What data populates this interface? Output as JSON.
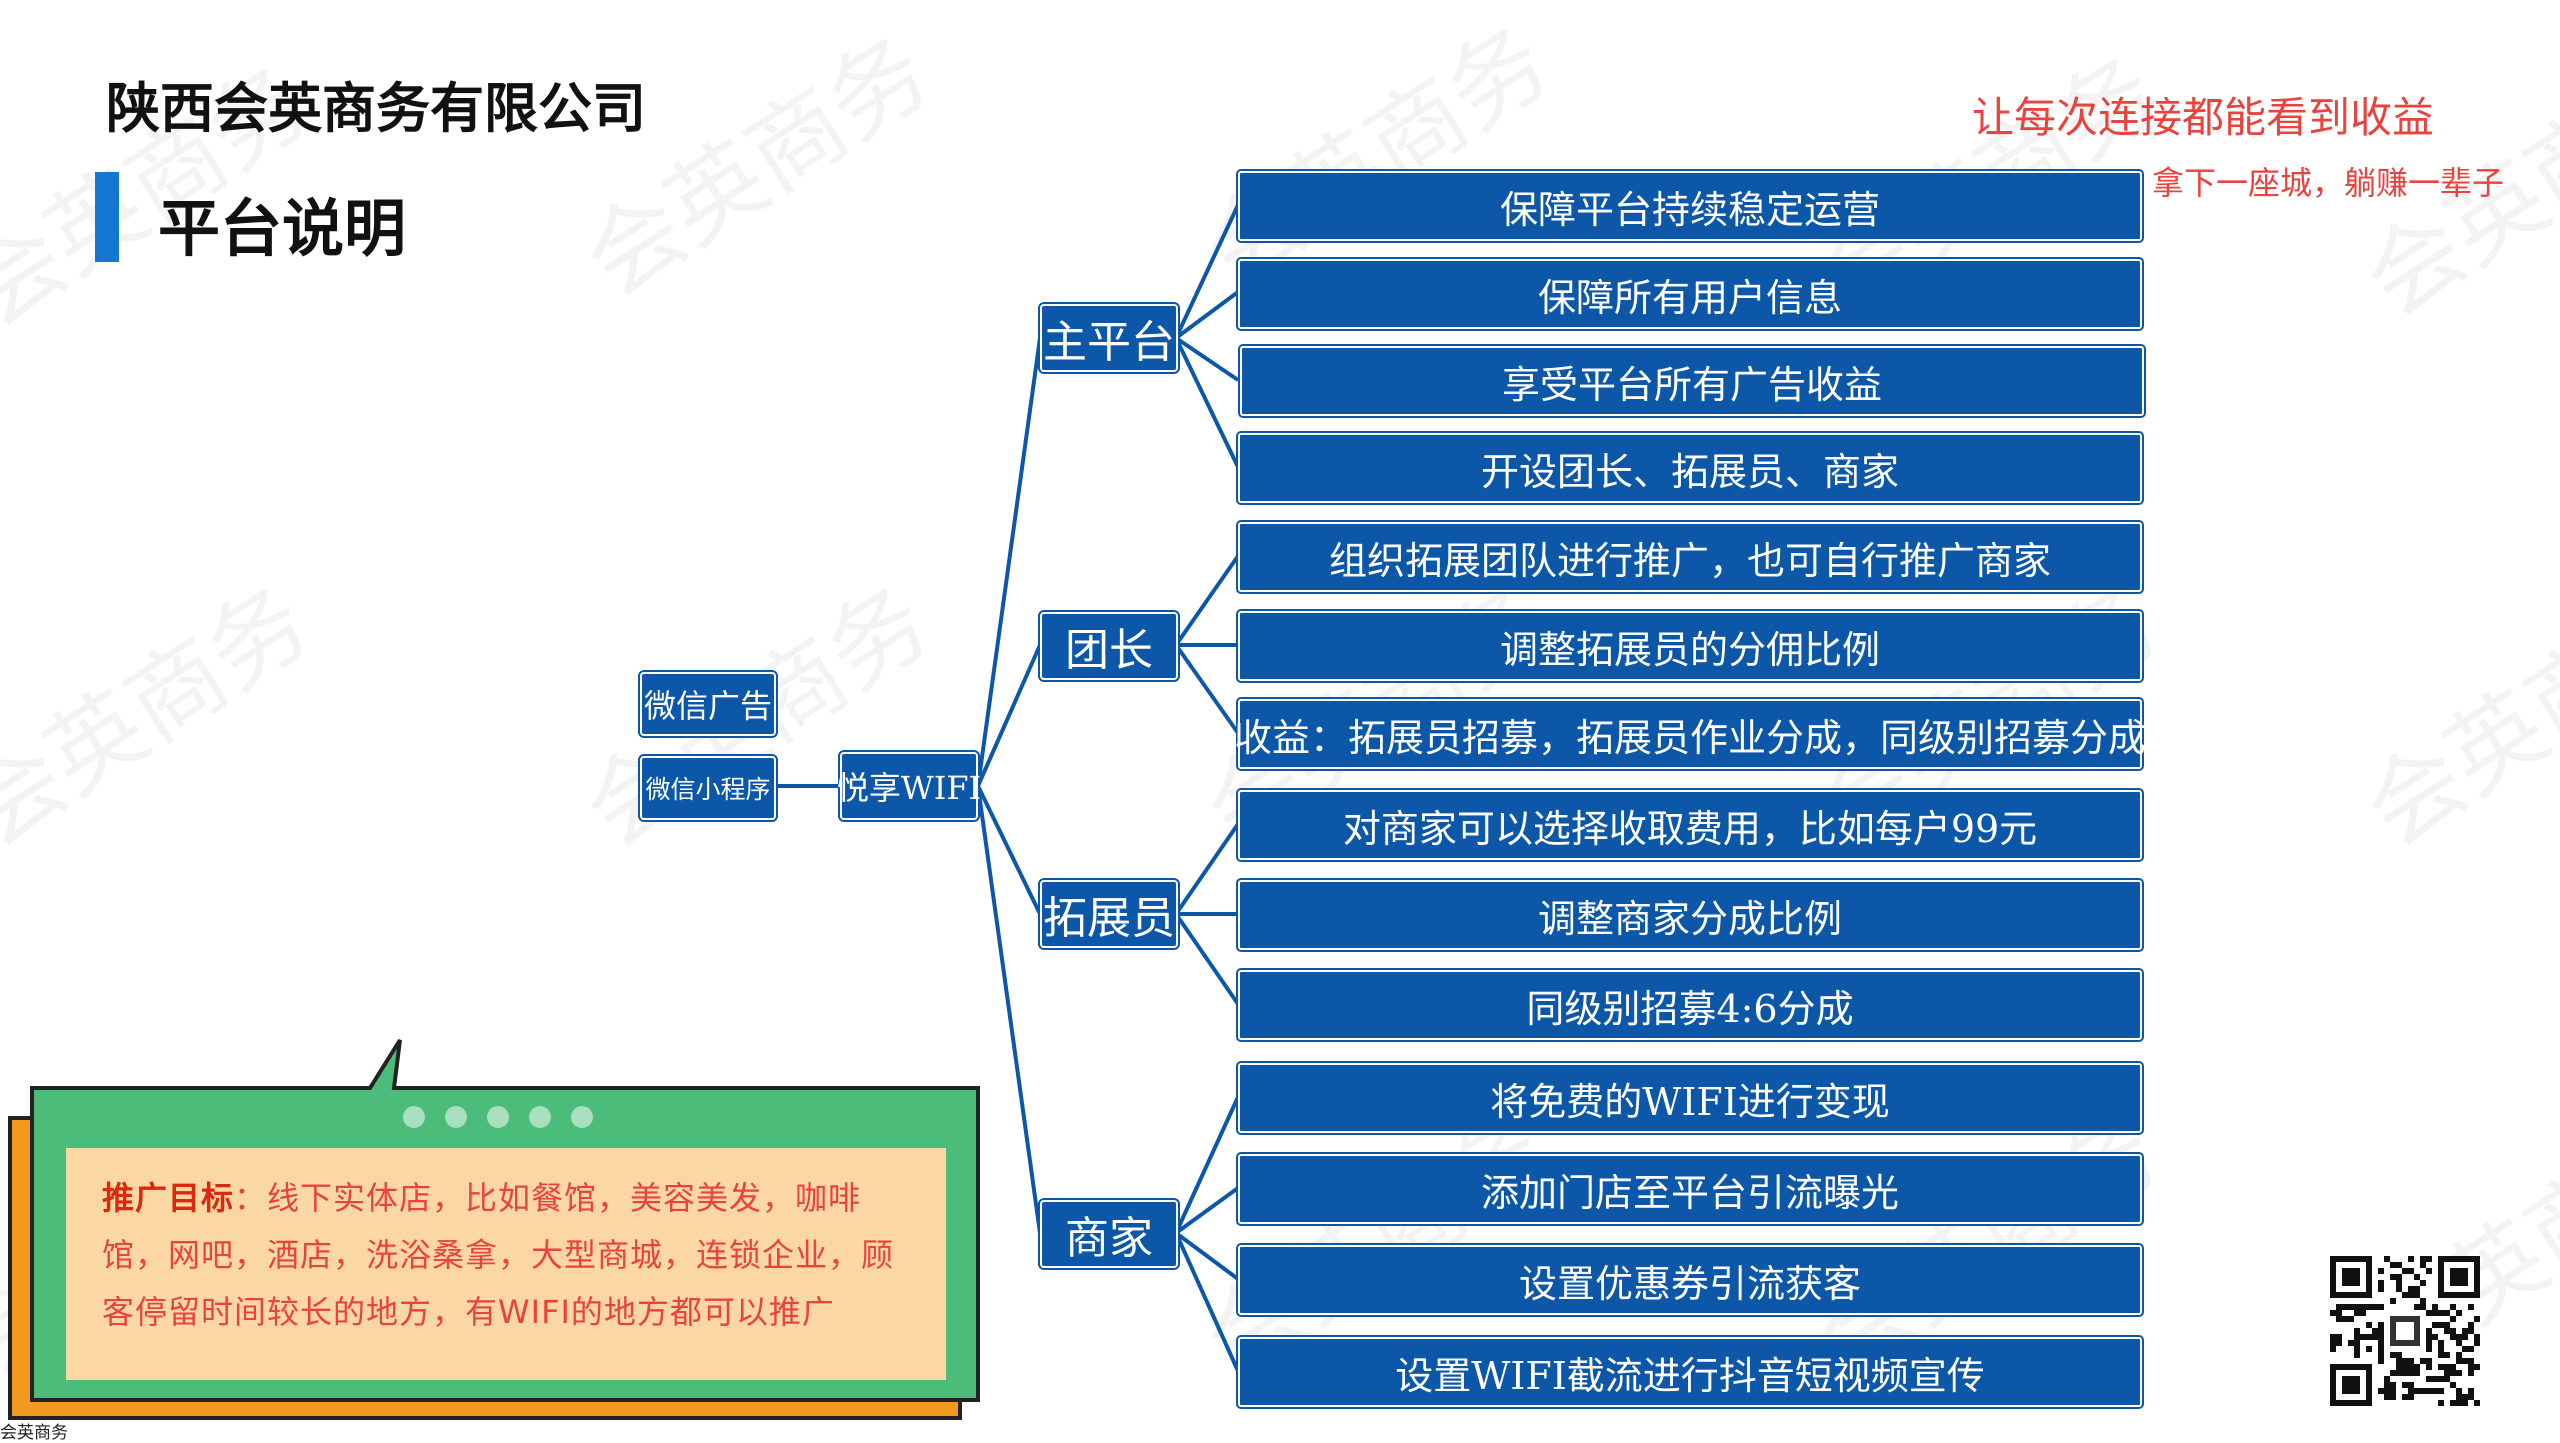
{
  "header": {
    "company": "陕西会英商务有限公司",
    "title": "平台说明"
  },
  "slogan": {
    "main": "让每次连接都能看到收益",
    "sub": "拿下一座城，躺赚一辈子"
  },
  "watermark_text": "会英商务",
  "diagram": {
    "sources": [
      "微信广告",
      "微信小程序"
    ],
    "root": "悦享WIFI",
    "categories": [
      {
        "name": "主平台",
        "items": [
          "保障平台持续稳定运营",
          "保障所有用户信息",
          "享受平台所有广告收益",
          "开设团长、拓展员、商家"
        ]
      },
      {
        "name": "团长",
        "items": [
          "组织拓展团队进行推广，也可自行推广商家",
          "调整拓展员的分佣比例",
          "收益：拓展员招募，拓展员作业分成，同级别招募分成"
        ]
      },
      {
        "name": "拓展员",
        "items": [
          "对商家可以选择收取费用，比如每户99元",
          "调整商家分成比例",
          "同级别招募4:6分成"
        ]
      },
      {
        "name": "商家",
        "items": [
          "将免费的WIFI进行变现",
          "添加门店至平台引流曝光",
          "设置优惠券引流获客",
          "设置WIFI截流进行抖音短视频宣传"
        ]
      }
    ]
  },
  "callout": {
    "label": "推广目标",
    "text": "：线下实体店，比如餐馆，美容美发，咖啡馆，网吧，酒店，洗浴桑拿，大型商城，连锁企业，顾客停留时间较长的地方，有WIFI的地方都可以推广"
  },
  "footer": {
    "text": "会英商务"
  },
  "colors": {
    "box_blue": "#0d57a8",
    "accent_blue": "#1677d2",
    "slogan_red": "#e8433e",
    "callout_green": "#4cbc7b",
    "callout_orange": "#f29a1f",
    "callout_inner": "#fbd7a3"
  },
  "icons": {
    "qr": "qr-code-icon",
    "dots": "pagination-dots-icon"
  }
}
